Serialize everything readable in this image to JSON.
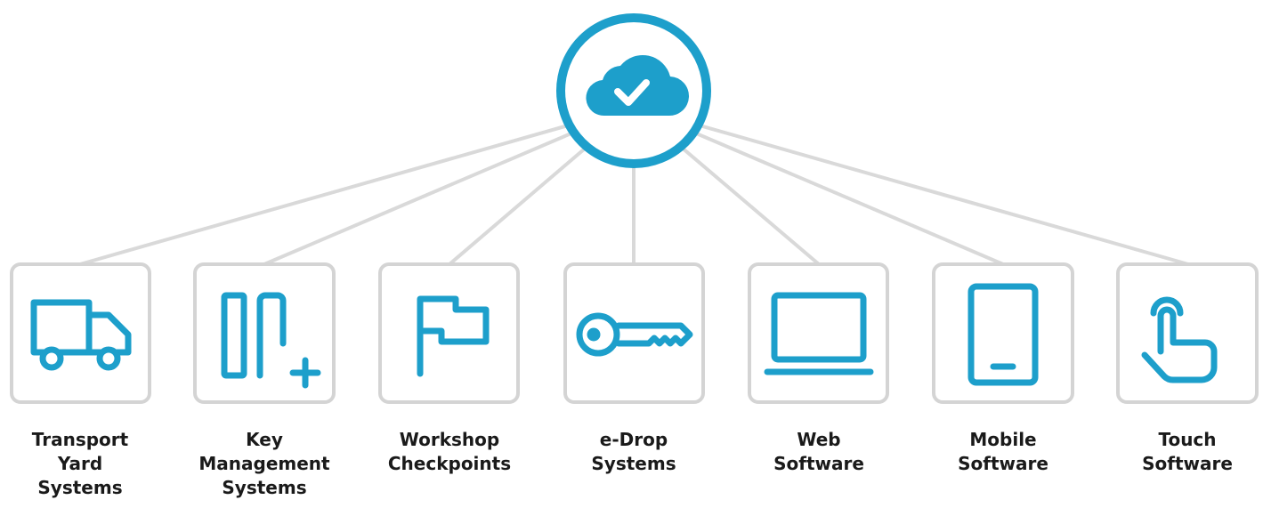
{
  "colors": {
    "accent": "#1d9fcb",
    "connector": "#d9d9d9",
    "box_border": "#d4d4d4",
    "label": "#1a1a1a"
  },
  "hub": {
    "icon": "cloud-check-icon"
  },
  "nodes": [
    {
      "id": "transport-yard",
      "label": "Transport\nYard\nSystems",
      "icon": "truck-icon"
    },
    {
      "id": "key-management",
      "label": "Key\nManagement\nSystems",
      "icon": "key-cabinet-icon"
    },
    {
      "id": "workshop-checkpoints",
      "label": "Workshop\nCheckpoints",
      "icon": "flag-icon"
    },
    {
      "id": "e-drop",
      "label": "e-Drop\nSystems",
      "icon": "key-icon"
    },
    {
      "id": "web-software",
      "label": "Web\nSoftware",
      "icon": "laptop-icon"
    },
    {
      "id": "mobile-software",
      "label": "Mobile\nSoftware",
      "icon": "mobile-phone-icon"
    },
    {
      "id": "touch-software",
      "label": "Touch\nSoftware",
      "icon": "touch-finger-icon"
    }
  ]
}
